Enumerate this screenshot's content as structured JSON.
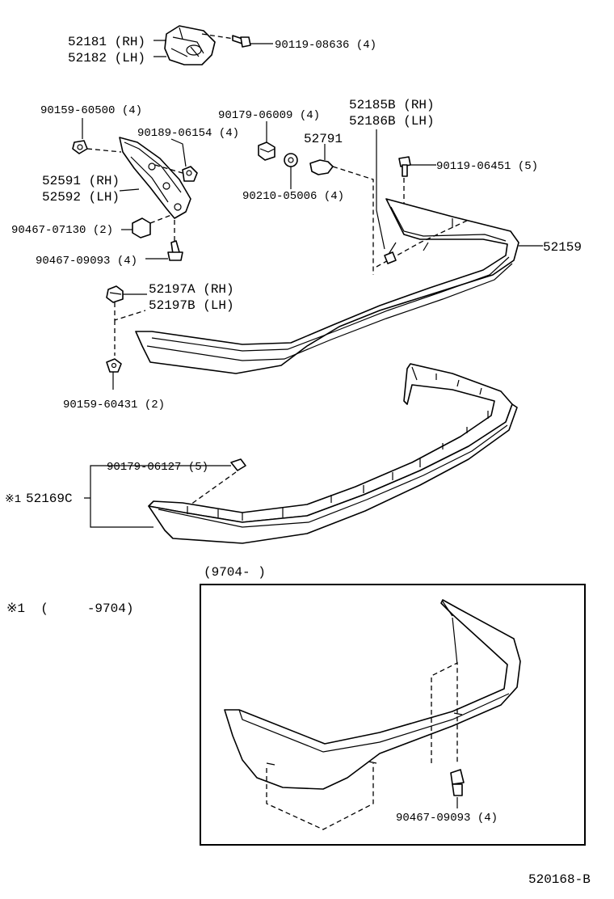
{
  "labels": {
    "p52181": "52181 (RH)",
    "p52182": "52182 (LH)",
    "p90119_08636": "90119-08636 (4)",
    "p90159_60500": "90159-60500 (4)",
    "p90179_06009": "90179-06009 (4)",
    "p52185B": "52185B (RH)",
    "p52186B": "52186B (LH)",
    "p90189_06154": "90189-06154 (4)",
    "p52791": "52791",
    "p52591": "52591 (RH)",
    "p52592": "52592 (LH)",
    "p90119_06451": "90119-06451 (5)",
    "p90210_05006": "90210-05006 (4)",
    "p90467_07130": "90467-07130 (2)",
    "p52159": "52159",
    "p90467_09093_top": "90467-09093 (4)",
    "p52197A": "52197A (RH)",
    "p52197B": "52197B (LH)",
    "p90159_60431": "90159-60431 (2)",
    "p90179_06127": "90179-06127 (5)",
    "p52169C": "52169C",
    "note_mark": "※1",
    "p90467_09093_inset": "90467-09093 (4)"
  },
  "notes": {
    "inset_period": "(9704-     )",
    "note1": "※1  (     -9704)"
  },
  "footer": {
    "diagram_code": "520168-B"
  }
}
